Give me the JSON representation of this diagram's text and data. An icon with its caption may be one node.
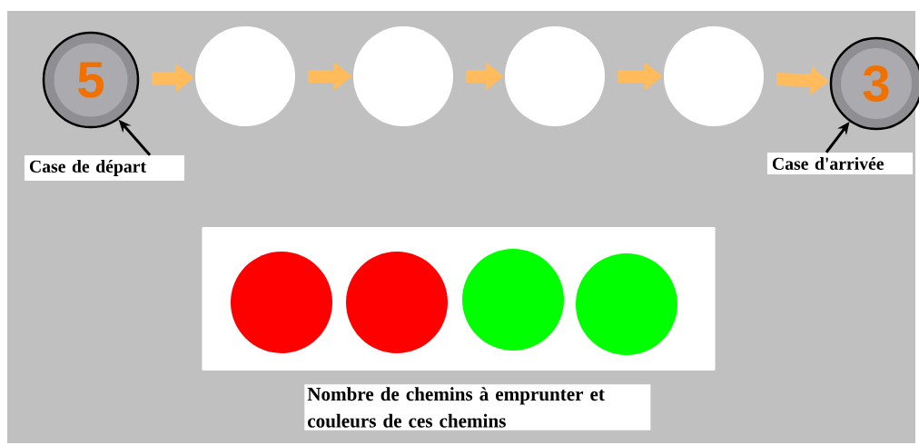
{
  "diagram": {
    "nodes": [
      {
        "text": [
          "5"
        ]
      },
      {
        "text": [],
        "shape": "circle"
      },
      {
        "text": [],
        "shape": "circle"
      },
      {
        "text": [],
        "shape": "circle"
      },
      {
        "text": [],
        "shape": "circle"
      },
      {
        "text": [
          "3"
        ]
      },
      {
        "text": [
          "Case de départ"
        ]
      },
      {
        "text": [
          "Case d'arrivée"
        ]
      },
      {
        "text": [],
        "shape": "box"
      },
      {
        "text": [],
        "shape": "circle",
        "in": 8
      },
      {
        "text": [],
        "shape": "circle",
        "in": 8
      },
      {
        "text": [],
        "shape": "circle",
        "in": 8
      },
      {
        "text": [],
        "shape": "circle",
        "in": 8
      }
    ],
    "edges": [
      {
        "from": 0,
        "to": 1,
        "arrow": "to"
      },
      {
        "from": 1,
        "to": 2,
        "arrow": "to"
      },
      {
        "from": 2,
        "to": 3,
        "arrow": "to"
      },
      {
        "from": 3,
        "to": 4,
        "arrow": "to"
      },
      {
        "from": 4,
        "to": 5,
        "arrow": "to"
      },
      {
        "from": 6,
        "to": 0,
        "arrow": "to",
        "color": "#000000"
      },
      {
        "from": 7,
        "to": 5,
        "arrow": "to",
        "color": "#000000"
      }
    ],
    "labels": [
      "Nombre de chemins à emprunter et couleurs de ces chemins"
    ]
  }
}
